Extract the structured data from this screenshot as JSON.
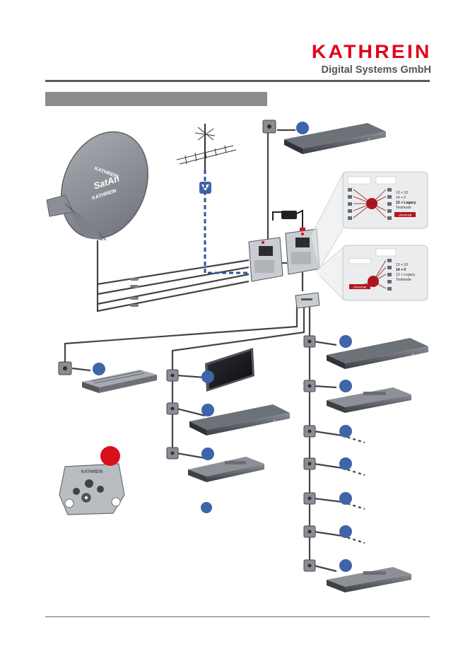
{
  "header": {
    "brand_name": "KATHREIN",
    "brand_subtitle": "Digital Systems GmbH"
  },
  "section_bar": {
    "title": ""
  },
  "dish": {
    "logo_text": "SatAn",
    "brand_text": "KATHREIN"
  },
  "socket": {
    "brand_text": "KATHREIN"
  },
  "multiswitch_panel_top": {
    "labels": [
      "13 + 18",
      "14 + 0",
      "13 + Legacy",
      "Testmode"
    ],
    "badge": "Universal"
  },
  "multiswitch_panel_bottom": {
    "labels": [
      "13 + 18",
      "14 + 0",
      "13 + Legacy",
      "Testmode"
    ],
    "badge": "Universal"
  },
  "colors": {
    "brand_red": "#e2001a",
    "marker_blue": "#3f64a7",
    "alert_red": "#d8101c",
    "cable": "#444444",
    "terrestrial_dash": "#2f5597"
  },
  "icons": {
    "dish": "satellite-dish-icon",
    "antenna": "terrestrial-antenna-icon",
    "wall_socket": "wall-socket-icon",
    "multiswitch": "multiswitch-icon",
    "receiver": "receiver-icon",
    "tv": "tv-icon"
  }
}
